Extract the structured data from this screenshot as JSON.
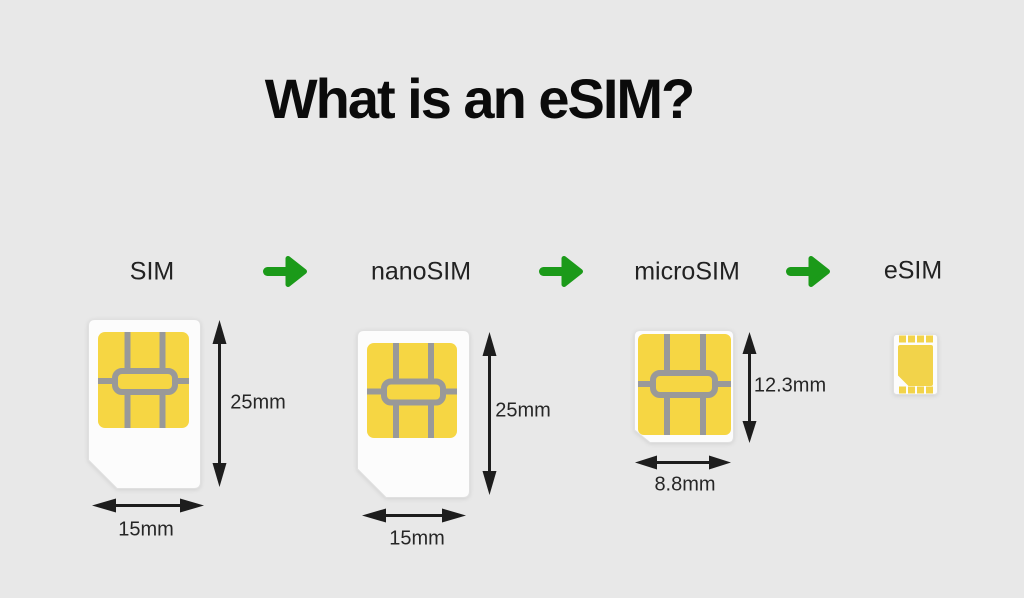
{
  "title": "What is an eSIM?",
  "stages": [
    {
      "label": "SIM",
      "height": "25mm",
      "width": "15mm"
    },
    {
      "label": "nanoSIM",
      "height": "25mm",
      "width": "15mm"
    },
    {
      "label": "microSIM",
      "height": "12.3mm",
      "width": "8.8mm"
    },
    {
      "label": "eSIM"
    }
  ],
  "icons": {
    "right_arrow": "→",
    "dimension_arrow": "↕"
  },
  "colors": {
    "background": "#e8e8e8",
    "card_white": "#fcfcfc",
    "contact_yellow": "#f6d643",
    "esim_chip_yellow": "#f2d34a",
    "contact_line_gray": "#999999",
    "progress_arrow_green": "#1b9a19",
    "dimension_arrow_black": "#1d1d1d",
    "text_black": "#222222"
  }
}
